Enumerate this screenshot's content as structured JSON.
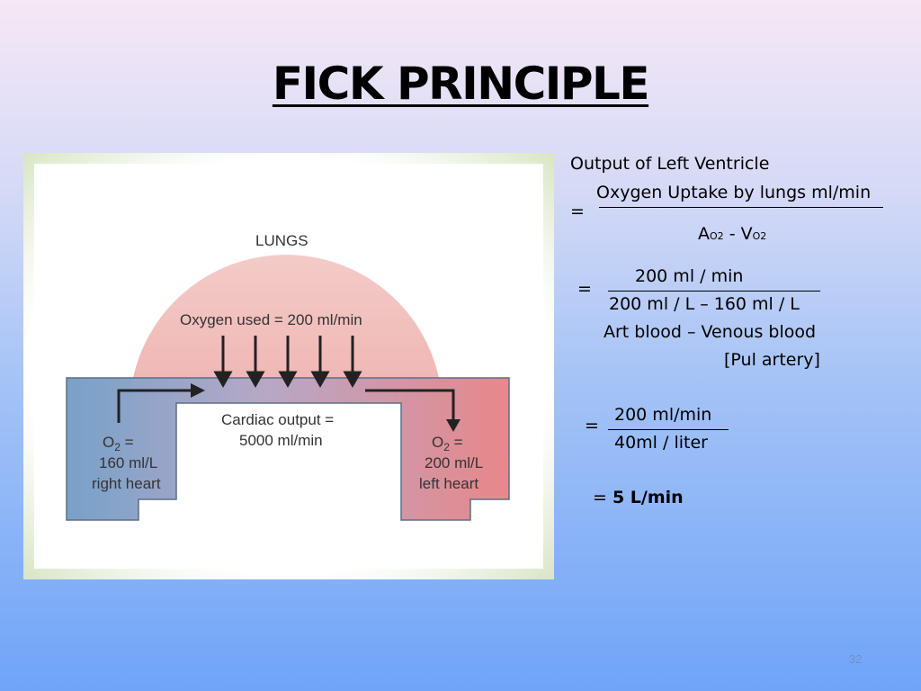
{
  "slide": {
    "title": "FICK PRINCIPLE",
    "page_number": "32"
  },
  "diagram": {
    "lungs_label": "LUNGS",
    "oxygen_used": "Oxygen used = 200 ml/min",
    "cardiac_output_line1": "Cardiac output =",
    "cardiac_output_line2": "5000 ml/min",
    "right_o2": "O",
    "right_o2_sub": "2",
    "right_o2_eq": " =",
    "right_value": "160 ml/L",
    "right_label": "right heart",
    "left_o2": "O",
    "left_o2_sub": "2",
    "left_o2_eq": " =",
    "left_value": "200 ml/L",
    "left_label": "left heart"
  },
  "equations": {
    "heading": "Output of Left Ventricle",
    "eq1_sign": "=",
    "eq1_numerator": "Oxygen Uptake by lungs ml/min",
    "eq1_den_a": "A",
    "eq1_den_a_sub": "O2",
    "eq1_den_mid": " - V",
    "eq1_den_v_sub": "O2",
    "eq2_sign": "=",
    "eq2_numerator": "200 ml / min",
    "eq2_denominator": "200 ml / L – 160 ml / L",
    "eq2_note1": "Art blood – Venous blood",
    "eq2_note2": "[Pul artery]",
    "eq3_sign": "=",
    "eq3_numerator": "200 ml/min",
    "eq3_denominator": "40ml / liter",
    "result_sign": "= ",
    "result_value": "5 L/min"
  },
  "colors": {
    "lungs_fill": "#f3c7c4",
    "right_chamber": "#7fa3c8",
    "left_chamber": "#e8878a",
    "frame": "#dfe8cf"
  }
}
